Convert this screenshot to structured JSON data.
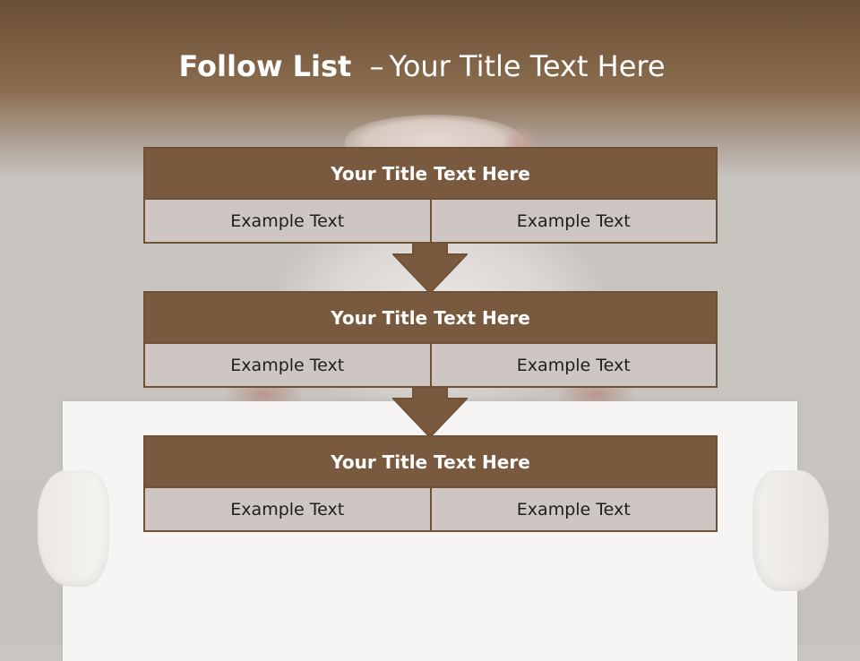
{
  "slide": {
    "title_bold": "Follow List",
    "title_dash": "–",
    "title_rest": "Your Title Text Here"
  },
  "steps": [
    {
      "title": "Your Title Text Here",
      "left": "Example Text",
      "right": "Example Text"
    },
    {
      "title": "Your Title Text Here",
      "left": "Example Text",
      "right": "Example Text"
    },
    {
      "title": "Your Title Text Here",
      "left": "Example Text",
      "right": "Example Text"
    }
  ],
  "colors": {
    "header_fill": "#7a5a3e",
    "border": "#6e5238",
    "cell_fill": "#cdc6c2",
    "title_text": "#ffffff"
  },
  "icons": [
    "down-arrow-icon",
    "down-arrow-icon"
  ]
}
